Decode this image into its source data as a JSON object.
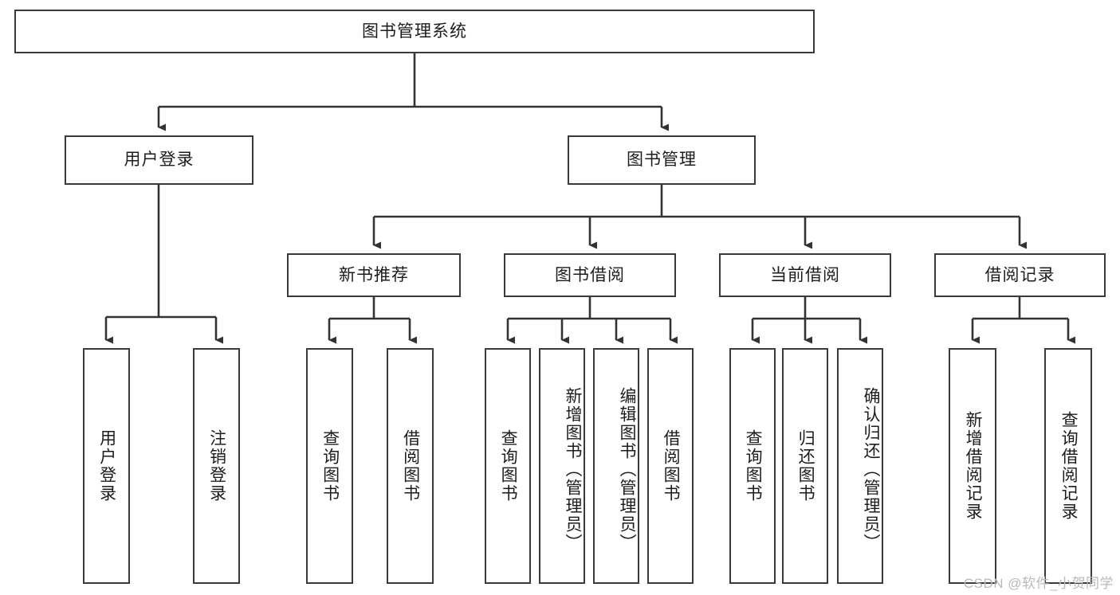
{
  "diagram": {
    "title": "图书管理系统",
    "type": "tree-hierarchy-chart",
    "root": {
      "label": "图书管理系统"
    },
    "level2": [
      {
        "label": "用户登录"
      },
      {
        "label": "图书管理"
      }
    ],
    "level3": [
      {
        "label": "新书推荐"
      },
      {
        "label": "图书借阅"
      },
      {
        "label": "当前借阅"
      },
      {
        "label": "借阅记录"
      }
    ],
    "leaves": {
      "user_login": [
        {
          "label": "用户登录"
        },
        {
          "label": "注销登录"
        }
      ],
      "new_book_recommend": [
        {
          "label": "查询图书"
        },
        {
          "label": "借阅图书"
        }
      ],
      "book_borrow": [
        {
          "label": "查询图书"
        },
        {
          "label": "新增图书（管理员）"
        },
        {
          "label": "编辑图书（管理员）"
        },
        {
          "label": "借阅图书"
        }
      ],
      "current_borrow": [
        {
          "label": "查询图书"
        },
        {
          "label": "归还图书"
        },
        {
          "label": "确认归还（管理员）"
        }
      ],
      "borrow_record": [
        {
          "label": "新增借阅记录"
        },
        {
          "label": "查询借阅记录"
        }
      ]
    }
  },
  "watermark": {
    "text": "CSDN @软件_小贺同学"
  },
  "colors": {
    "stroke": "#3a3a3a",
    "background": "#ffffff",
    "text": "#1c1c1c",
    "watermark": "#b9b9b9"
  }
}
